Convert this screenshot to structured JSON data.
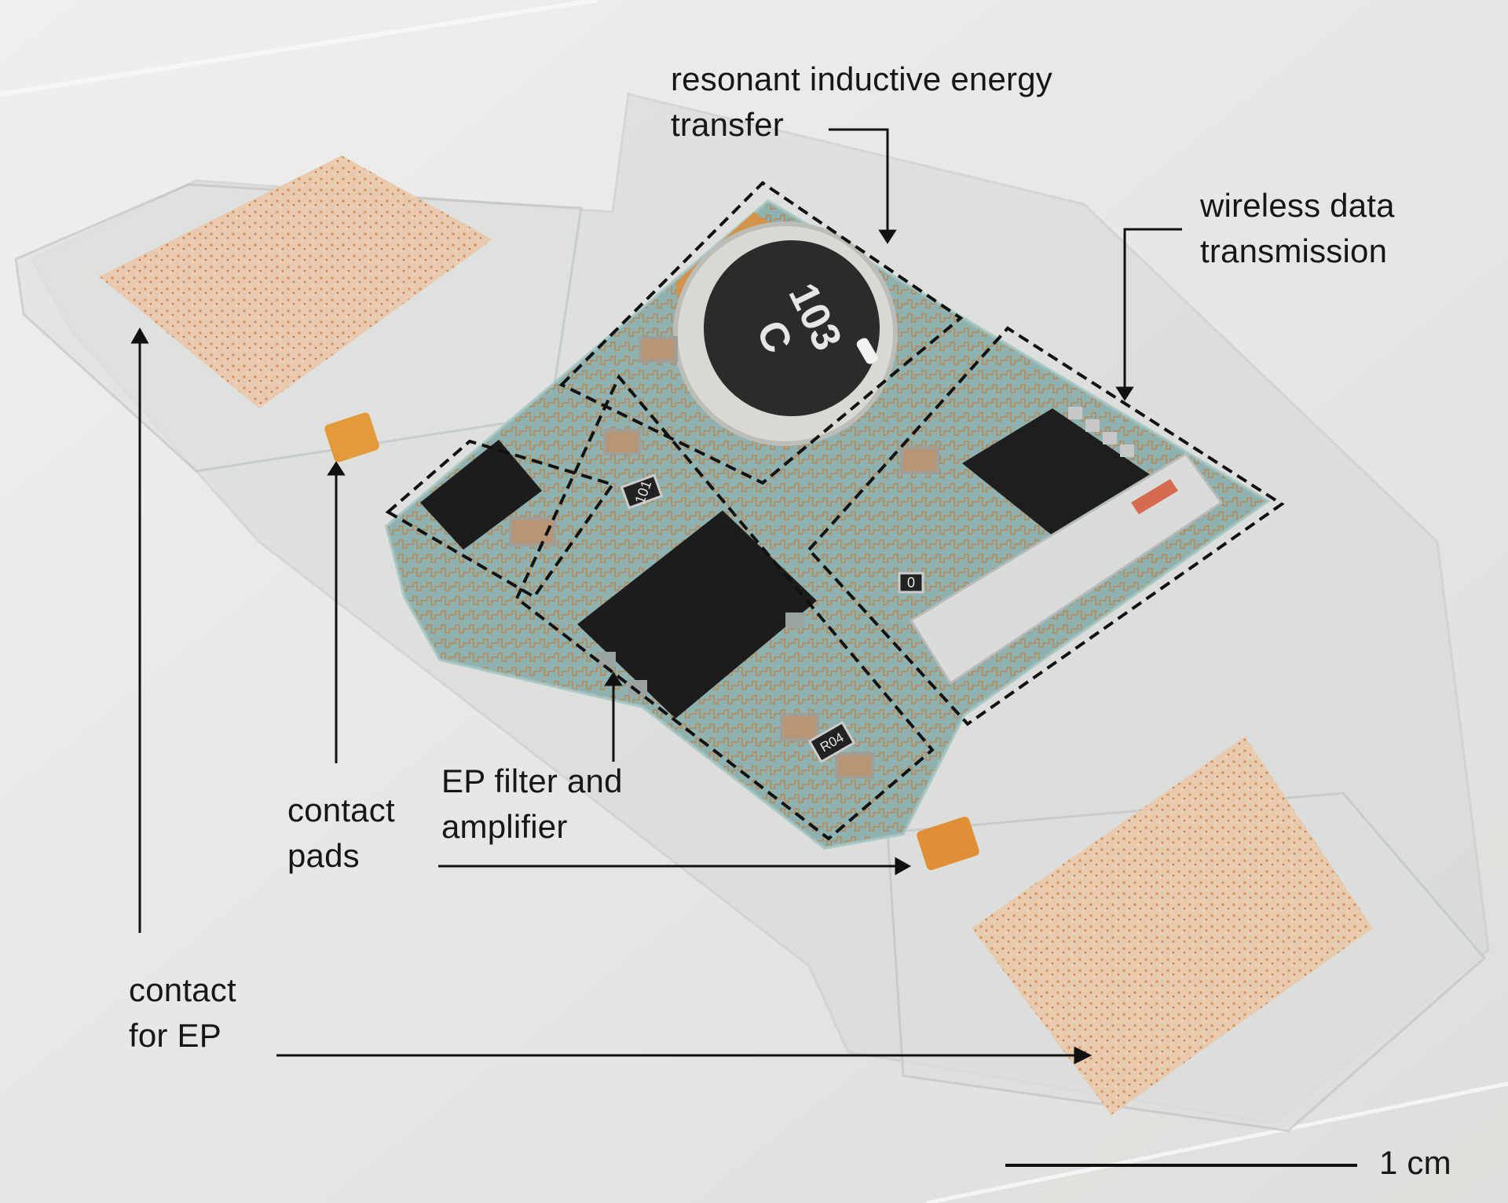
{
  "labels": {
    "energy": "resonant inductive energy\ntransfer",
    "wireless": "wireless data\ntransmission",
    "ep_filter": "EP filter and\namplifier",
    "contact_pads": "contact\npads",
    "contact_ep": "contact\nfor EP",
    "scale_bar": "1 cm"
  },
  "chip_markings": {
    "inductor": "103\nC",
    "resistor_1": "101",
    "resistor_2": "0",
    "resistor_3": "R04"
  },
  "colors": {
    "background": "#e9e9e7",
    "pcb": "#8fb2b0",
    "copper": "#cf8f4e",
    "chip": "#1f1f1f",
    "label_text": "#161616"
  }
}
